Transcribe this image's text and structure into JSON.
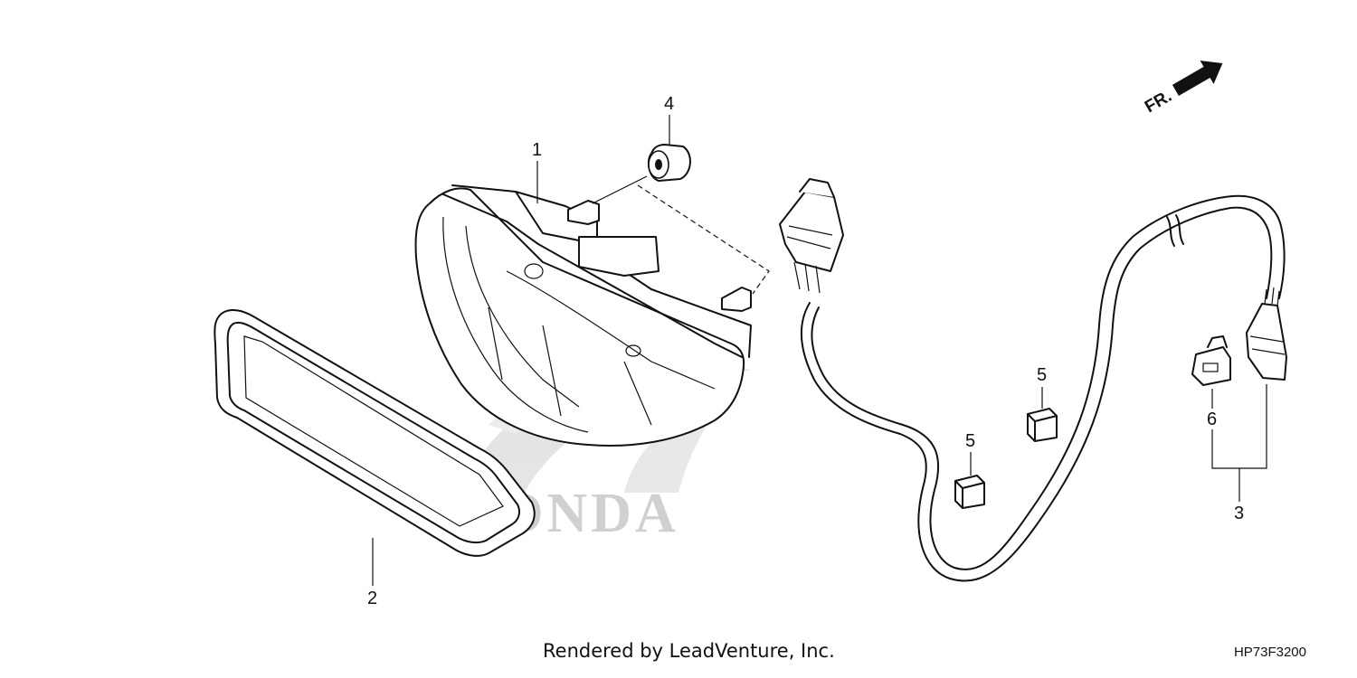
{
  "callouts": {
    "c1": "1",
    "c2": "2",
    "c3": "3",
    "c4": "4",
    "c5a": "5",
    "c5b": "5",
    "c6": "6"
  },
  "direction": {
    "label": "FR."
  },
  "watermark": {
    "text": "HONDA"
  },
  "footer": {
    "credit": "Rendered by LeadVenture, Inc.",
    "diagram_code": "HP73F3200"
  },
  "icons": {
    "direction_arrow": "front-direction-arrow-icon",
    "brand_logo": "honda-wing-logo-icon"
  }
}
